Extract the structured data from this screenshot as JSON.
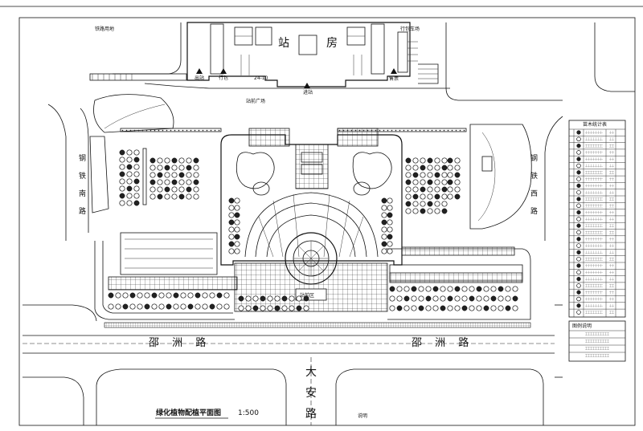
{
  "station": {
    "zhan": "站",
    "fang": "房",
    "exit": "出站",
    "baggage": "行包",
    "dim": "24-10",
    "ticket": "售票",
    "enter": "进站",
    "upper_left_label": "铁路用地",
    "upper_right_label": "行包车场"
  },
  "roads": {
    "main_left": "邵 洲 路",
    "main_right": "邵 洲 路",
    "south_1": "大",
    "south_2": "安",
    "south_3": "路",
    "west_1": "钢",
    "west_2": "铁",
    "west_3": "南",
    "west_4": "路",
    "east_1": "钢",
    "east_2": "铁",
    "east_3": "西",
    "east_4": "路"
  },
  "plaza": {
    "square_label": "站前广场",
    "center_label": "站前区",
    "note": "说明"
  },
  "title_block": {
    "title": "绿化植物配植平面图",
    "scale": "1:500"
  },
  "legend": {
    "header": "苗木统计表",
    "header2": "图例说明"
  }
}
